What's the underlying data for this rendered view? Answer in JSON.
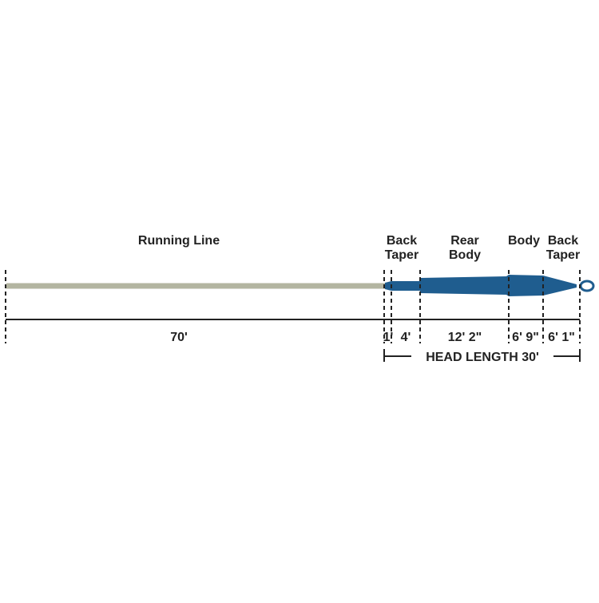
{
  "colors": {
    "running_line": "#b3b5a1",
    "head": "#1f5d8f",
    "ink": "#222222"
  },
  "section_labels": [
    {
      "id": "running-line",
      "lines": [
        "Running Line"
      ]
    },
    {
      "id": "back-taper-1",
      "lines": [
        "Back",
        "Taper"
      ]
    },
    {
      "id": "rear-body",
      "lines": [
        "Rear",
        "Body"
      ]
    },
    {
      "id": "body",
      "lines": [
        "Body"
      ]
    },
    {
      "id": "back-taper-2",
      "lines": [
        "Back",
        "Taper"
      ]
    }
  ],
  "lengths": [
    {
      "id": "running-line",
      "text": "70'"
    },
    {
      "id": "seg-1",
      "text": "1'"
    },
    {
      "id": "seg-2",
      "text": "4'"
    },
    {
      "id": "rear-body",
      "text": "12' 2\""
    },
    {
      "id": "body",
      "text": "6' 9\""
    },
    {
      "id": "back-taper-2",
      "text": "6' 1\""
    }
  ],
  "head_length": "HEAD LENGTH 30'"
}
